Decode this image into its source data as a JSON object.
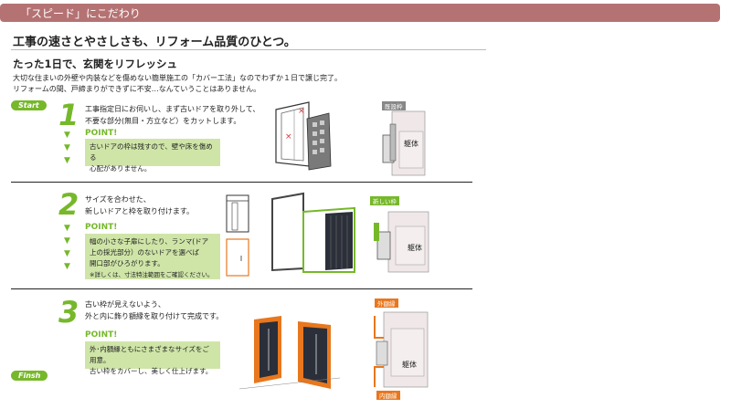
{
  "header": {
    "title": "「スピード」にこだわり"
  },
  "headline": "工事の速さとやさしさも、リフォーム品質のひとつ。",
  "subhead": "たった1日で、玄関をリフレッシュ",
  "intro": [
    "大切な住まいの外壁や内装などを傷めない簡単施工の「カバー工法」なのでわずか１日で譲じ完了。",
    "リフォームの間、戸締まりができずに不安…なんていうことはありません。"
  ],
  "badges": {
    "start": "Start",
    "finish": "Finsh"
  },
  "steps": [
    {
      "number": "1",
      "text": [
        "工事指定日にお伺いし、まず古いドアを取り外して、",
        "不要な部分(無目・方立など）をカットします。"
      ],
      "point_label": "POINT!",
      "point": [
        "古いドアの枠は残すので、壁や床を傷める",
        "心配がありません。"
      ],
      "note": "",
      "tags": [
        "既設枠",
        "躯体"
      ]
    },
    {
      "number": "2",
      "text": [
        "サイズを合わせた、",
        "新しいドアと枠を取り付けます。"
      ],
      "point_label": "POINT!",
      "point": [
        "幅の小さな子扉にしたり、ランマ(ドア",
        "上の採光部分）のないドアを選べば",
        "開口部がひろがります。"
      ],
      "note": "※詳しくは、寸法特注範囲をご確認ください。",
      "tags": [
        "新しい枠",
        "躯体"
      ]
    },
    {
      "number": "3",
      "text": [
        "古い枠が見えないよう、",
        "外と内に飾り額縁を取り付けて完成です。"
      ],
      "point_label": "POINT!",
      "point": [
        "外･内額縁ともにさまざまなサイズをご用意。",
        "古い枠をカバーし、美しく仕上げます。"
      ],
      "note": "",
      "tags": [
        "外額縁",
        "躯体",
        "内額縁"
      ]
    }
  ],
  "colors": {
    "header": "#b57273",
    "accent": "#76b82a",
    "point_bg": "#cfe5a8",
    "trim": "#e8771e"
  }
}
